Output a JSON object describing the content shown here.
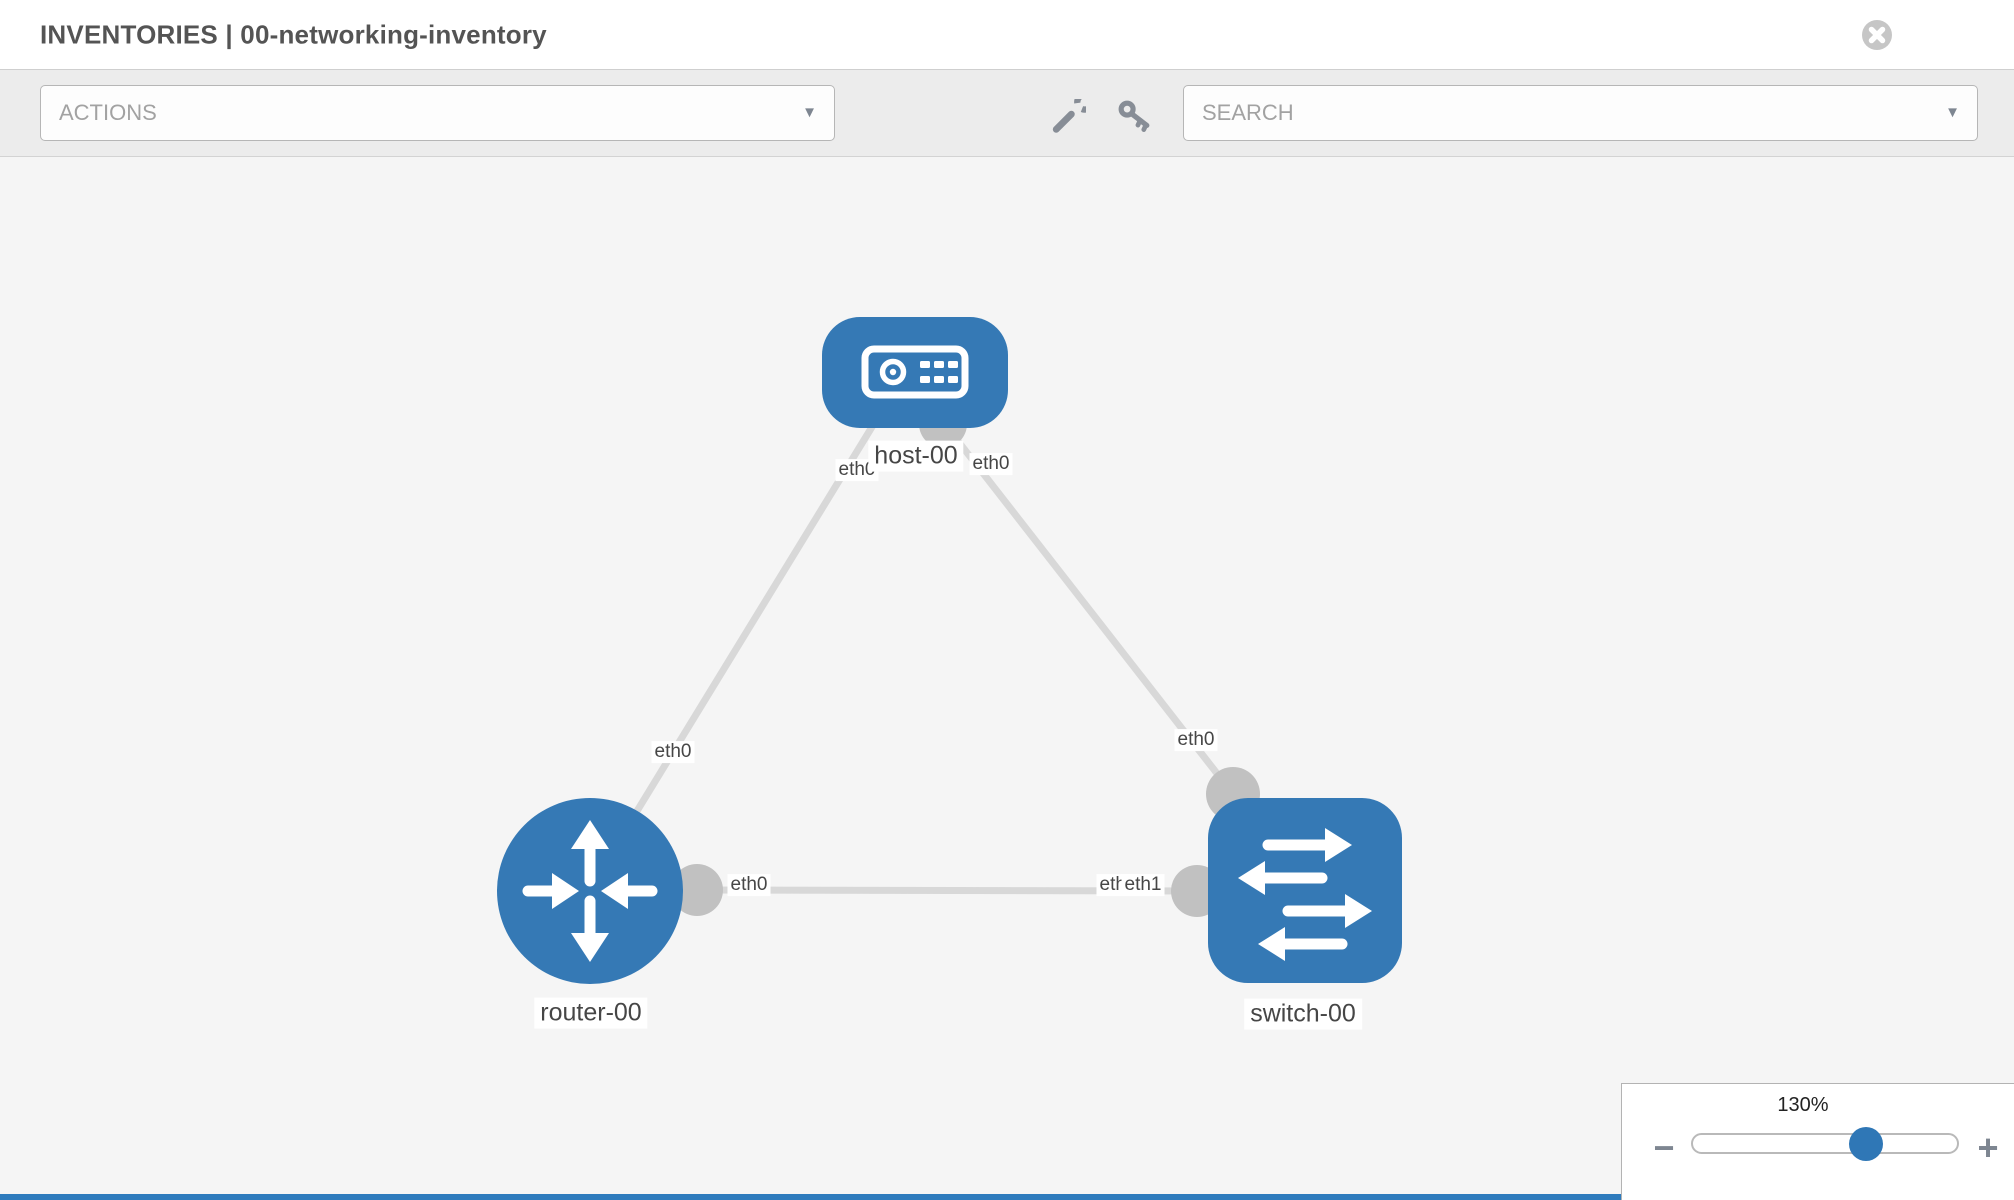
{
  "header": {
    "title": "INVENTORIES | 00-networking-inventory"
  },
  "toolbar": {
    "actions_label": "ACTIONS",
    "search_placeholder": "SEARCH"
  },
  "glyphs": {
    "caret_down": "▼"
  },
  "icons": {
    "close": "close-icon",
    "tools": "wrench-icon",
    "credentials": "key-icon",
    "host_node": "server-icon",
    "router_node": "router-arrows-icon",
    "switch_node": "switch-arrows-icon"
  },
  "colors": {
    "node_blue": "#3579b5",
    "link_gray": "#d8d8d8",
    "endpoint_gray": "#c1c1c1",
    "canvas_bg": "#f5f5f5",
    "toolbar_bg": "#ececec",
    "slider_handle_blue": "#2f77b6",
    "bottom_bar_blue": "#2e7bbd"
  },
  "topology": {
    "nodes": [
      {
        "label": "host-00",
        "type": "host"
      },
      {
        "label": "router-00",
        "type": "router"
      },
      {
        "label": "switch-00",
        "type": "switch"
      }
    ],
    "links": [
      {
        "from": "host-00",
        "from_if": "eth0",
        "to": "router-00",
        "to_if": "eth0"
      },
      {
        "from": "host-00",
        "from_if": "eth0",
        "to": "switch-00",
        "to_if": "eth0"
      },
      {
        "from": "router-00",
        "from_if": "eth0",
        "to": "switch-00",
        "to_if": "eth1",
        "to_if_overlapped_label": "eth0"
      }
    ]
  },
  "zoom_control": {
    "value": "130%",
    "percent": 130,
    "minus_label": "−",
    "plus_label": "+"
  }
}
